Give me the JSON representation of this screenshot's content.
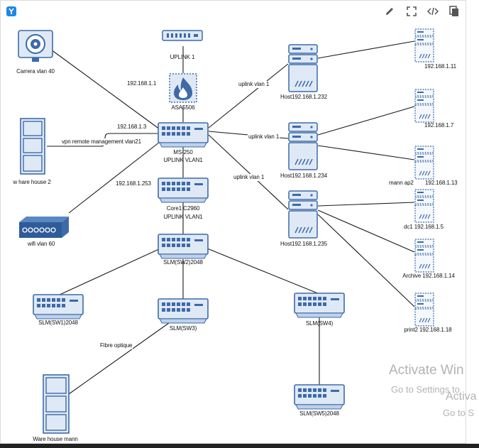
{
  "toolbar": {
    "edit": "pencil-icon",
    "fullscreen": "fullscreen-icon",
    "code": "code-icon",
    "copy": "copy-icon"
  },
  "devices": {
    "camera": "Carrera vlan 40",
    "uplink_modem": "UPLINK 1",
    "asa": "ASA5506",
    "ms250_name": "MS-250",
    "ms250_sub": "UPLINK VLAN1",
    "warehouse2": "w hare house 2",
    "core_name": "Core1 C2960",
    "core_sub": "UPLINK VLAN1",
    "wifi": "wifi vlan 60",
    "slm_sw2": "SLM(SW2)2048",
    "slm_sw1": "SLM(SW1)2048",
    "slm_sw3": "SLM(SW3)",
    "slm_sw4": "SLM(SW4)",
    "slm_sw5": "SLM(SW5)2048",
    "warehouse_mann": "Ware house mann",
    "host232": "Host192.168.1.232",
    "host234": "Host192.168.1.234",
    "host235": "Host192.168.1.235",
    "srv11": "192.168.1.11",
    "srv7": "192.168.1.7",
    "srv_mann_a": "mann ap2",
    "srv_mann_b": "192.168.1.13",
    "srv_dc1": "dc1 192.168.1.5",
    "srv_archive": "Archive 192.168.1.14",
    "srv_print2": "print2 192.168.1.18"
  },
  "links": {
    "ip_asa": "192.168.1.1",
    "ip_ms": "192.168.1.3",
    "vpn": "vpn remote management vlan21",
    "ip_core": "192.168.1.253",
    "uplink_a": "uplink vlan 1",
    "uplink_b": "uplink vlan 1",
    "uplink_c": "uplink vlan 1",
    "fibre": "Fibre optique"
  },
  "watermark": {
    "line1": "Activate Win",
    "line2": "Go to Settings to",
    "line3": "Activa",
    "line4": "Go to S"
  },
  "colors": {
    "device_stroke": "#3d6aa8",
    "device_fill": "#dfe9f6",
    "port_fill": "#3d6aa8",
    "line": "#1a1a1a"
  }
}
